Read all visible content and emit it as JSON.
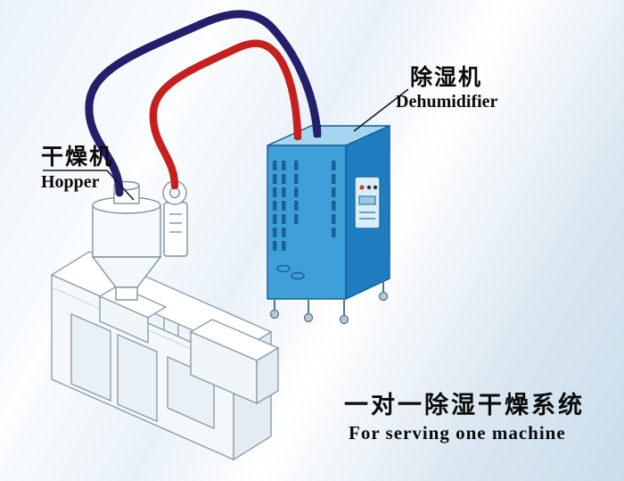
{
  "labels": {
    "dryer_cn": "干燥机",
    "dryer_en": "Hopper",
    "dehumidifier_cn": "除湿机",
    "dehumidifier_en": "Dehumidifier",
    "caption_cn": "一对一除湿干燥系统",
    "caption_en": "For serving one machine"
  },
  "colors": {
    "pipe_blue": "#241f6b",
    "pipe_red": "#c6201e",
    "cabinet_front": "#3f9fd8",
    "cabinet_side": "#1f7ec1",
    "cabinet_top": "#a6d6ef",
    "cabinet_outline": "#155c94",
    "machine_outline": "#8aa0ad",
    "leader_line": "#1a1a1a"
  }
}
